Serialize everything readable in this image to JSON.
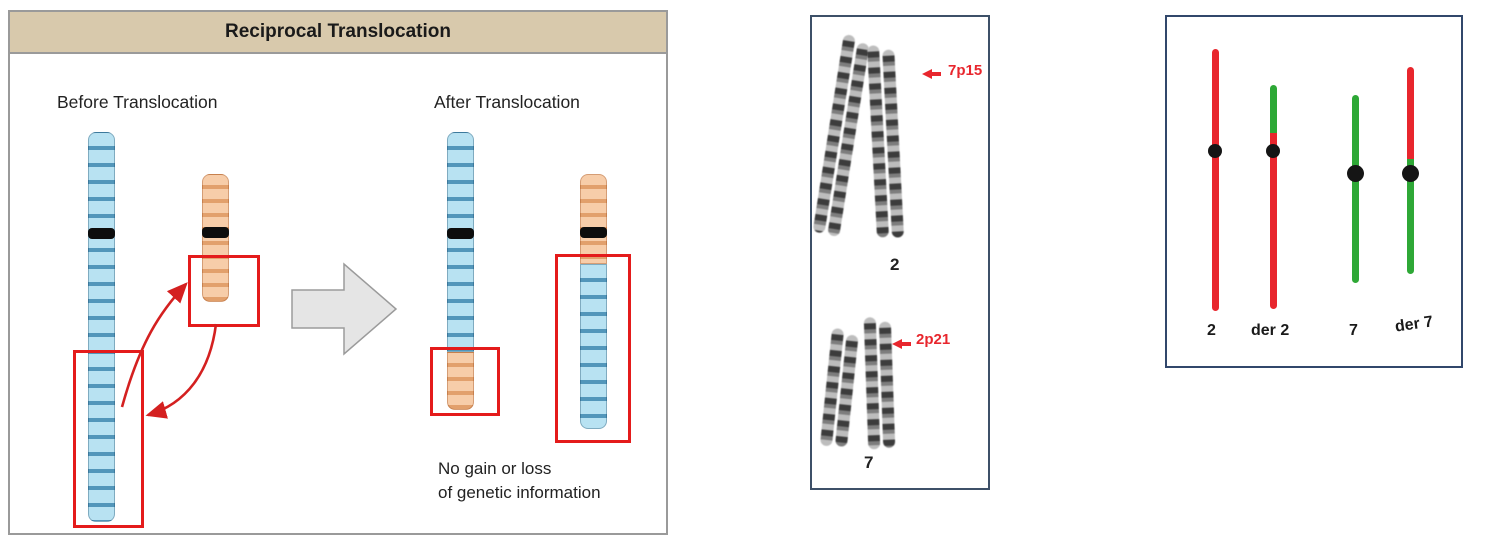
{
  "diagram": {
    "title": "Reciprocal Translocation",
    "before_label": "Before Translocation",
    "after_label": "After Translocation",
    "caption_line1": "No gain or loss",
    "caption_line2": "of genetic information"
  },
  "karyotype": {
    "band_top_label": "7p15",
    "chr2_label": "2",
    "band_mid_label": "2p21",
    "chr7_label": "7"
  },
  "ideogram": {
    "labels": [
      "2",
      "der 2",
      "7",
      "der 7"
    ]
  },
  "colors": {
    "title_bar_tan": "#d8c9ac",
    "chromosome_blue": "#b8e2f2",
    "chromosome_blue_band": "#5296ba",
    "chromosome_orange": "#f7cda9",
    "chromosome_orange_band": "#e2a06c",
    "highlight_red": "#e41b1b",
    "band_label_red": "#e8262d",
    "ideogram_red": "#e8262d",
    "ideogram_green": "#2ea836",
    "panel_border_navy": "#31476b"
  }
}
